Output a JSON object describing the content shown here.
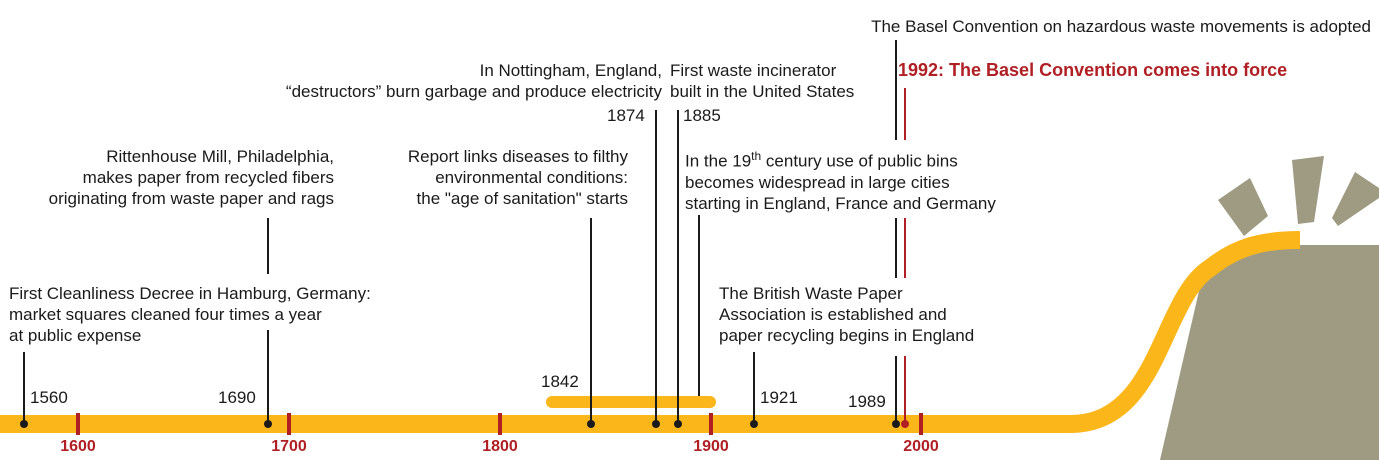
{
  "colors": {
    "timeline": "#fbb61a",
    "accent": "#b01f24",
    "bin": "#9e9b82",
    "line": "#1a1a1a"
  },
  "centuries": [
    "1600",
    "1700",
    "1800",
    "1900",
    "2000"
  ],
  "events": {
    "e1560": {
      "year": "1560",
      "lines": [
        "First Cleanliness Decree in Hamburg, Germany:",
        "market squares cleaned four times a year",
        "at public expense"
      ]
    },
    "e1690": {
      "year": "1690",
      "lines": [
        "Rittenhouse Mill, Philadelphia,",
        "makes paper from recycled fibers",
        "originating from waste paper and rags"
      ]
    },
    "e1842": {
      "year": "1842",
      "lines": [
        "Report links diseases to filthy",
        "environmental conditions:",
        "the \"age of sanitation\" starts"
      ]
    },
    "e1874": {
      "year": "1874",
      "lines": [
        "In Nottingham, England,",
        "“destructors” burn garbage and produce electricity"
      ]
    },
    "e1885": {
      "year": "1885",
      "lines": [
        "First waste incinerator",
        "built in the United States"
      ]
    },
    "e19c": {
      "line1_pre": "In the 19",
      "line1_sup": "th",
      "line1_post": " century use of public bins",
      "line2": "becomes widespread in large cities",
      "line3": "starting in England, France and Germany"
    },
    "e1921": {
      "year": "1921",
      "lines": [
        "The British Waste Paper",
        "Association is established and",
        "paper recycling begins in England"
      ]
    },
    "e1989": {
      "year": "1989",
      "text": "The Basel Convention on hazardous waste movements is adopted"
    },
    "e1992": {
      "text": "1992: The Basel Convention comes into force"
    }
  },
  "icons": {
    "bin": "trash-bag-icon"
  }
}
